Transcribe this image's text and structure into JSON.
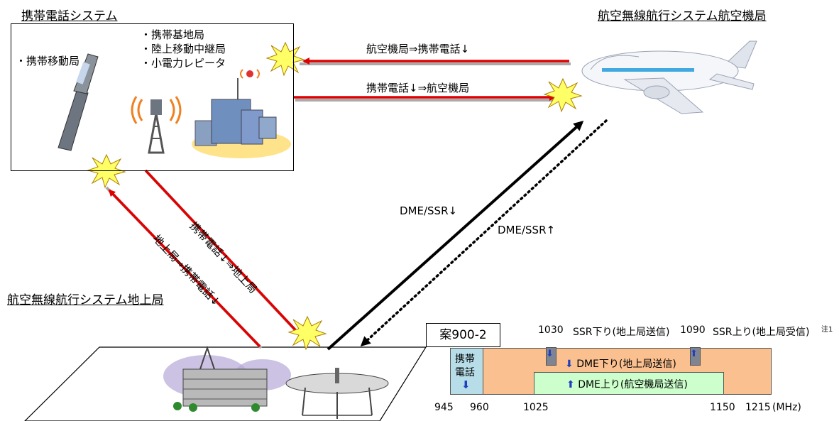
{
  "titles": {
    "mobile_system": "携帯電話システム",
    "aviation_aircraft": "航空無線航行システム航空機局",
    "aviation_ground": "航空無線航行システム地上局"
  },
  "mobile_box": {
    "mobile_station": "・携帯移動局",
    "base_station": "・携帯基地局",
    "relay_station": "・陸上移動中継局",
    "repeater": "・小電力レピータ"
  },
  "arrows": {
    "aircraft_to_mobile": "航空機局⇒携帯電話↓",
    "mobile_to_aircraft": "携帯電話↓⇒航空機局",
    "mobile_to_ground": "携帯電話↓⇒地上局",
    "ground_to_mobile": "地上局⇒携帯電話↓",
    "dme_ssr_down": "DME/SSR↓",
    "dme_ssr_up": "DME/SSR↑"
  },
  "spectrum": {
    "case_label": "案900-2",
    "mobile_band_line1": "携帯",
    "mobile_band_line2": "電話",
    "dme_down": "DME下り(地上局送信)",
    "dme_up": "DME上り(航空機局送信)",
    "ssr_down_freq": "1030",
    "ssr_down_label": "SSR下り(地上局送信)",
    "ssr_up_freq": "1090",
    "ssr_up_label": "SSR上り(地上局受信)",
    "note": "注1",
    "ticks": [
      "945",
      "960",
      "1025",
      "1150",
      "1215",
      "(MHz)"
    ],
    "colors": {
      "mobile_band": "#b7dde8",
      "aviation_band": "#fac090",
      "dme_up_band": "#ccffcc",
      "arrow_blue": "#1f3fbf",
      "signal_red": "#ff0000"
    }
  }
}
